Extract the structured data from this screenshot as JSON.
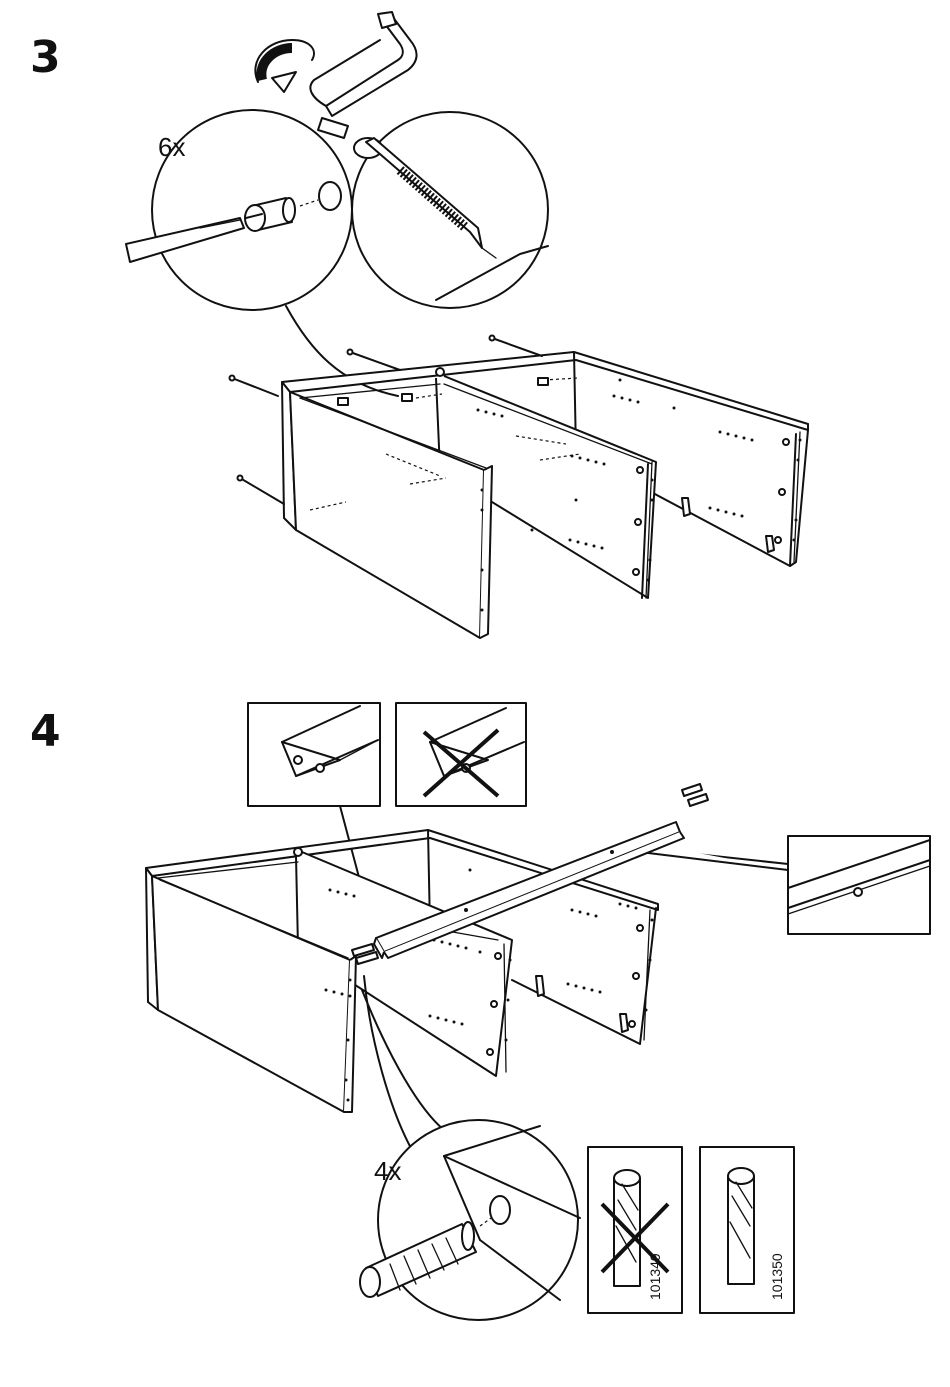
{
  "steps": [
    {
      "number": "3",
      "quantity_label": "6x"
    },
    {
      "number": "4",
      "quantity_label": "4x"
    }
  ],
  "dowel_part_numbers": {
    "wrong": "101349",
    "correct": "101350"
  }
}
